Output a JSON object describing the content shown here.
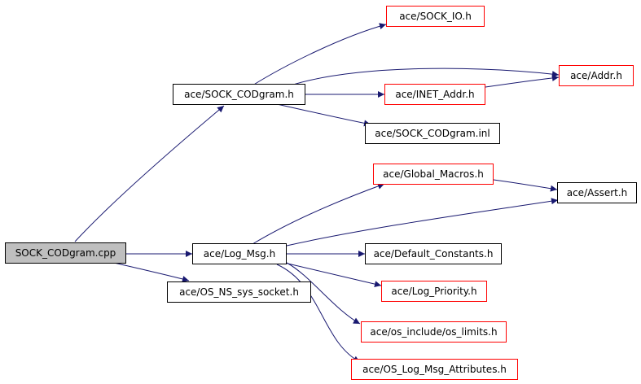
{
  "graph": {
    "edge_color": "#191970",
    "nodes": {
      "root": {
        "label": "SOCK_CODgram.cpp",
        "fill": "#bfbfbf",
        "border": "#000000"
      },
      "sock_codgram_h": {
        "label": "ace/SOCK_CODgram.h",
        "border": "#000000"
      },
      "sock_io_h": {
        "label": "ace/SOCK_IO.h",
        "border": "#ff0000"
      },
      "addr_h": {
        "label": "ace/Addr.h",
        "border": "#ff0000"
      },
      "inet_addr_h": {
        "label": "ace/INET_Addr.h",
        "border": "#ff0000"
      },
      "sock_codgram_inl": {
        "label": "ace/SOCK_CODgram.inl",
        "border": "#000000"
      },
      "global_macros_h": {
        "label": "ace/Global_Macros.h",
        "border": "#ff0000"
      },
      "assert_h": {
        "label": "ace/Assert.h",
        "border": "#000000"
      },
      "log_msg_h": {
        "label": "ace/Log_Msg.h",
        "border": "#000000"
      },
      "default_constants_h": {
        "label": "ace/Default_Constants.h",
        "border": "#000000"
      },
      "os_ns_sys_socket_h": {
        "label": "ace/OS_NS_sys_socket.h",
        "border": "#000000"
      },
      "log_priority_h": {
        "label": "ace/Log_Priority.h",
        "border": "#ff0000"
      },
      "os_limits_h": {
        "label": "ace/os_include/os_limits.h",
        "border": "#ff0000"
      },
      "os_log_msg_attributes_h": {
        "label": "ace/OS_Log_Msg_Attributes.h",
        "border": "#ff0000"
      }
    }
  }
}
